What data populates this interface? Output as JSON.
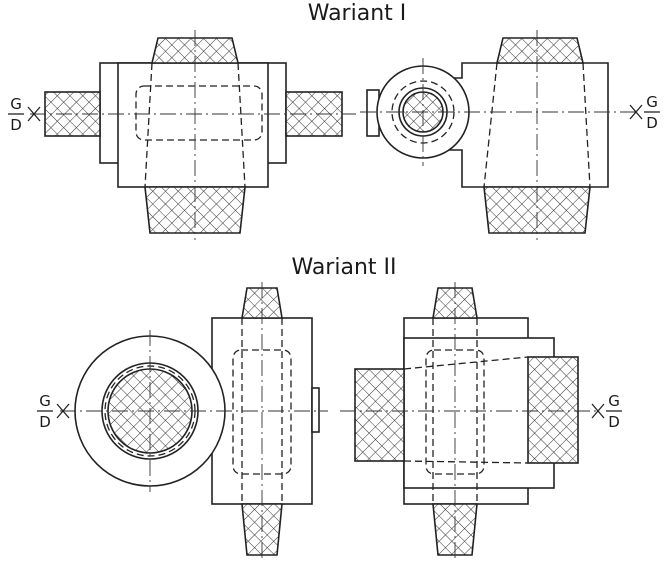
{
  "variant1": {
    "title": "Wariant I"
  },
  "variant2": {
    "title": "Wariant II"
  },
  "plane_marker": {
    "top": "G",
    "bottom": "D"
  }
}
